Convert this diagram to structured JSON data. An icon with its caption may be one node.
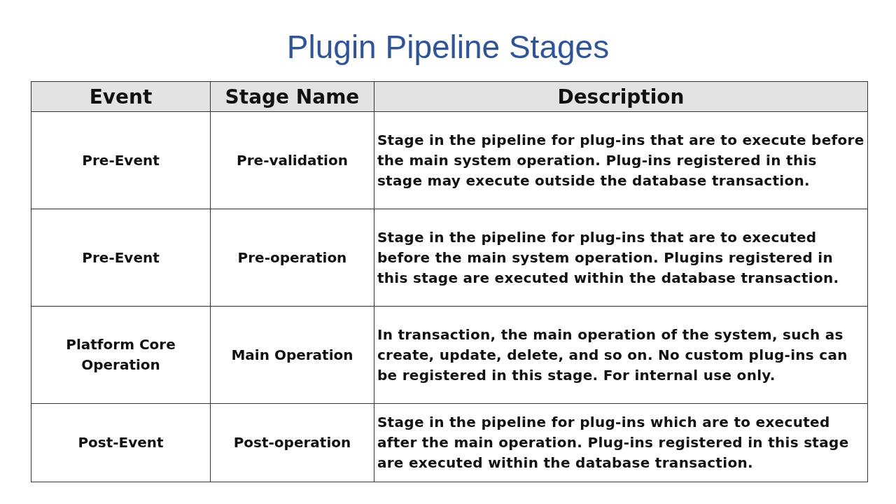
{
  "diagram": {
    "title": "Plugin Pipeline Stages",
    "labels": [
      "Event",
      "Stage Name",
      "Description",
      "Pre-Event",
      "Pre-validation",
      "Stage in the pipeline for plug-ins that are to execute before the main system operation. Plug-ins registered in this stage may execute outside the database transaction.",
      "Pre-Event",
      "Pre-operation",
      "Stage in the pipeline for plug-ins that are to executed before the main system operation. Plugins registered in this stage are executed within the database transaction.",
      "Platform Core Operation",
      "Main Operation",
      "In transaction, the main operation of the system, such as create, update, delete, and so on. No custom plug-ins can be registered in this stage. For internal use only.",
      "Post-Event",
      "Post-operation",
      "Stage in the pipeline for plug-ins which are to executed after the main operation. Plug-ins registered in this stage are executed within the database transaction."
    ]
  }
}
